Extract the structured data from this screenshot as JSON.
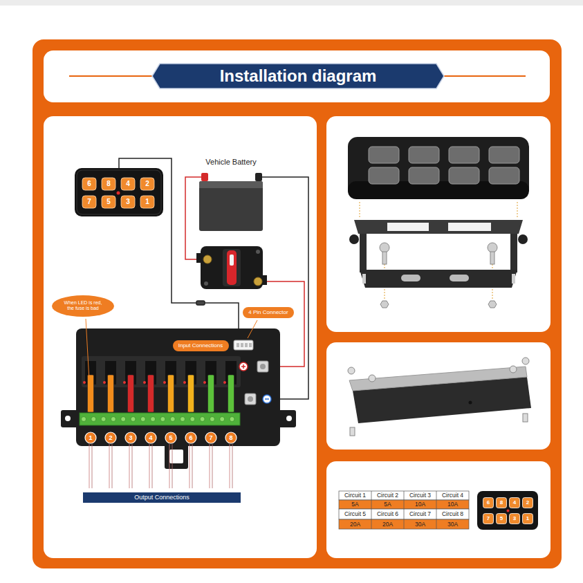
{
  "diagram": {
    "title": "Installation diagram",
    "nodes": [
      {
        "text": [
          "Vehicle Battery"
        ]
      },
      {
        "text": [
          "When LED is red, the fuse is bad"
        ]
      },
      {
        "text": [
          "4 Pin Connector"
        ]
      },
      {
        "text": [
          "Input Connections"
        ]
      },
      {
        "text": [
          "Output Connections"
        ]
      }
    ],
    "labels": [
      "6",
      "8",
      "4",
      "2",
      "7",
      "5",
      "3",
      "1",
      "1",
      "2",
      "3",
      "4",
      "5",
      "6",
      "7",
      "8",
      "Circuit 1",
      "Circuit 2",
      "Circuit 3",
      "Circuit 4",
      "5A",
      "5A",
      "10A",
      "10A",
      "Circuit 5",
      "Circuit 6",
      "Circuit 7",
      "Circuit 8",
      "20A",
      "20A",
      "30A",
      "30A",
      "6",
      "8",
      "4",
      "2",
      "7",
      "5",
      "3",
      "1"
    ]
  }
}
